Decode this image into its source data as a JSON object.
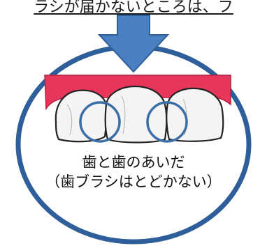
{
  "header": {
    "partial_text": "ラシが届かないところは、フ"
  },
  "caption": {
    "line1": "歯と歯のあいだ",
    "line2": "（歯ブラシはとどかない）"
  },
  "icons": {
    "arrow": "down-arrow-icon",
    "circle": "zoom-circle",
    "teeth": "front-teeth-illustration"
  },
  "colors": {
    "arrow_fill": "#4a80c2",
    "arrow_stroke": "#2f5f9a",
    "circle_stroke": "#2f5f9a",
    "gum": "#e8365a",
    "tooth_fill": "#f4f4f4",
    "tooth_outline": "#222222",
    "gap_circle": "#3c6ea8"
  }
}
